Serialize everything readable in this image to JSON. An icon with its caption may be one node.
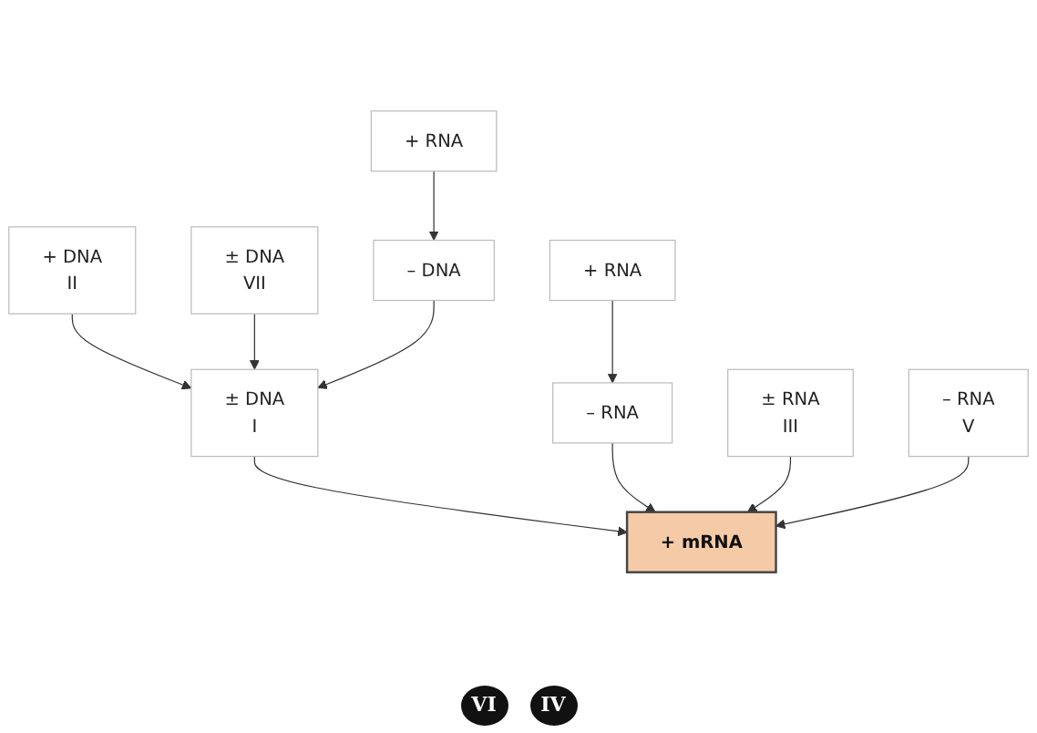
{
  "diagram": {
    "nodes": [
      {
        "text": [
          "+ DNA",
          "II"
        ]
      },
      {
        "text": [
          "± DNA",
          "VII"
        ]
      },
      {
        "text": [
          "+ RNA"
        ]
      },
      {
        "text": [
          "– DNA"
        ]
      },
      {
        "text": [
          "± DNA",
          "I"
        ]
      },
      {
        "text": [
          "+ RNA"
        ]
      },
      {
        "text": [
          "– RNA"
        ]
      },
      {
        "text": [
          "+ mRNA"
        ]
      },
      {
        "text": [
          "± RNA",
          "III"
        ]
      },
      {
        "text": [
          "– RNA",
          "V"
        ]
      }
    ],
    "edges": [
      {
        "from": 0,
        "to": 4,
        "arrow": "to"
      },
      {
        "from": 1,
        "to": 4,
        "arrow": "to"
      },
      {
        "from": 2,
        "to": 3,
        "arrow": "to"
      },
      {
        "from": 3,
        "to": 4,
        "arrow": "to"
      },
      {
        "from": 4,
        "to": 7,
        "arrow": "to"
      },
      {
        "from": 5,
        "to": 6,
        "arrow": "to"
      },
      {
        "from": 6,
        "to": 7,
        "arrow": "to"
      },
      {
        "from": 8,
        "to": 7,
        "arrow": "to"
      },
      {
        "from": 9,
        "to": 7,
        "arrow": "to"
      }
    ],
    "labels": [
      "VI",
      "IV"
    ]
  }
}
